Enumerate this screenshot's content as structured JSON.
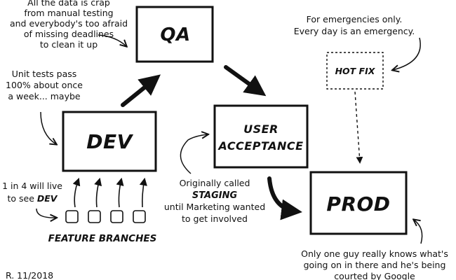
{
  "boxes": {
    "qa": "QA",
    "dev": "DEV",
    "user_acceptance_line1": "USER",
    "user_acceptance_line2": "ACCEPTANCE",
    "prod": "PROD",
    "hotfix": "HOT FIX"
  },
  "labels": {
    "feature_branches": "FEATURE BRANCHES"
  },
  "notes": {
    "qa_note": [
      "All the data is crap",
      "from manual testing",
      "and everybody's too afraid",
      "of missing deadlines",
      "to clean it up"
    ],
    "dev_note": [
      "Unit tests pass",
      "100% about once",
      "a week... maybe"
    ],
    "feature_note": {
      "line1": "1 in 4 will live",
      "line2_prefix": "to see ",
      "line2_strong": "DEV"
    },
    "staging_note": {
      "line1": "Originally called",
      "strong": "STAGING",
      "line3": "until Marketing wanted",
      "line4": "to get involved"
    },
    "hotfix_note": [
      "For emergencies only.",
      "Every day is an emergency."
    ],
    "prod_note": [
      "Only one guy really knows what's",
      "going on in there and he's being",
      "courted by Google"
    ]
  },
  "signature": "R. 11/2018"
}
